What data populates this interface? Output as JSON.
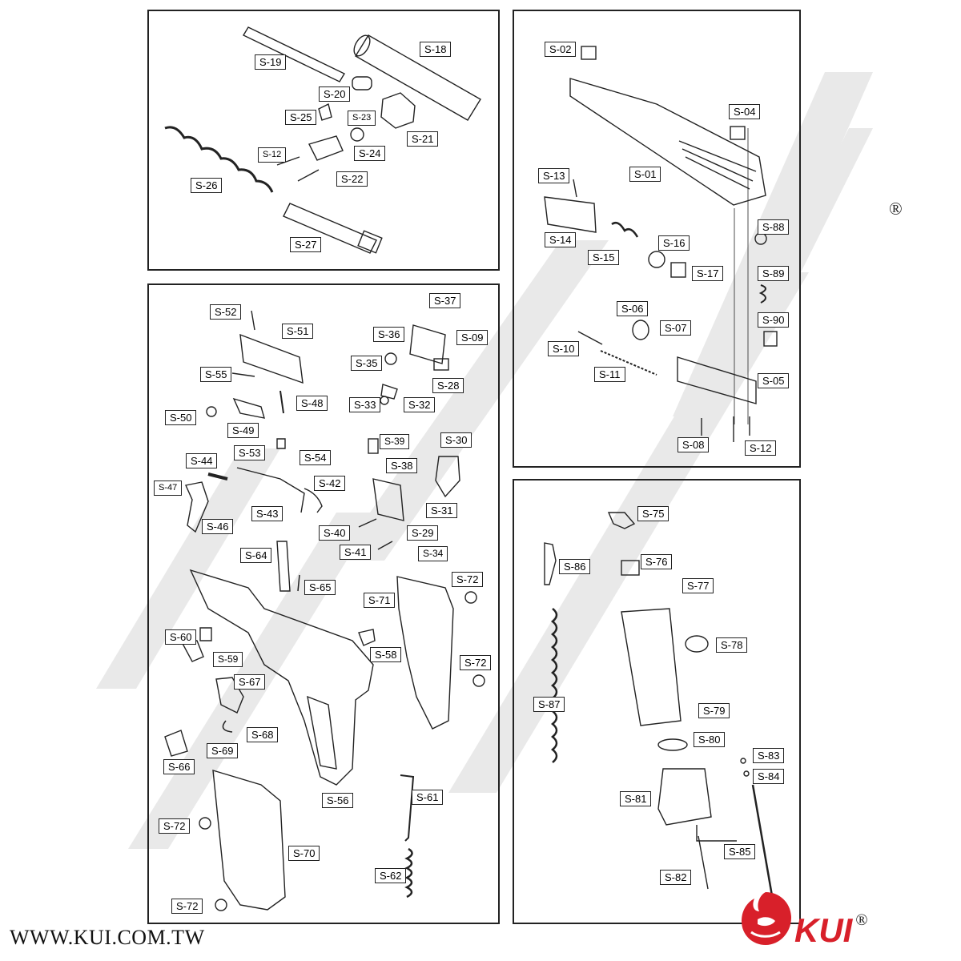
{
  "website": "WWW.KUI.COM.TW",
  "brand": {
    "name": "KUI",
    "registered_mark": "®",
    "logo_color": "#d8202a"
  },
  "watermark": {
    "text": "KUI",
    "color": "#e6e6e6"
  },
  "panels": {
    "barrel": {
      "labels": [
        "S-18",
        "S-19",
        "S-20",
        "S-25",
        "S-23",
        "S-21",
        "S-12",
        "S-24",
        "S-22",
        "S-26",
        "S-27"
      ]
    },
    "slide": {
      "labels": [
        "S-02",
        "S-04",
        "S-13",
        "S-01",
        "S-88",
        "S-14",
        "S-16",
        "S-15",
        "S-17",
        "S-89",
        "S-06",
        "S-90",
        "S-07",
        "S-10",
        "S-11",
        "S-05",
        "S-08",
        "S-12"
      ]
    },
    "frame": {
      "labels": [
        "S-52",
        "S-37",
        "S-51",
        "S-36",
        "S-09",
        "S-35",
        "S-55",
        "S-28",
        "S-48",
        "S-33",
        "S-32",
        "S-50",
        "S-49",
        "S-39",
        "S-30",
        "S-53",
        "S-54",
        "S-38",
        "S-44",
        "S-42",
        "S-47",
        "S-31",
        "S-43",
        "S-46",
        "S-40",
        "S-29",
        "S-41",
        "S-34",
        "S-64",
        "S-72",
        "S-65",
        "S-71",
        "S-60",
        "S-58",
        "S-59",
        "S-72",
        "S-67",
        "S-68",
        "S-69",
        "S-66",
        "S-56",
        "S-61",
        "S-72",
        "S-70",
        "S-62",
        "S-72"
      ]
    },
    "magazine": {
      "labels": [
        "S-75",
        "S-76",
        "S-86",
        "S-77",
        "S-78",
        "S-87",
        "S-79",
        "S-80",
        "S-83",
        "S-84",
        "S-81",
        "S-85",
        "S-82"
      ]
    }
  }
}
